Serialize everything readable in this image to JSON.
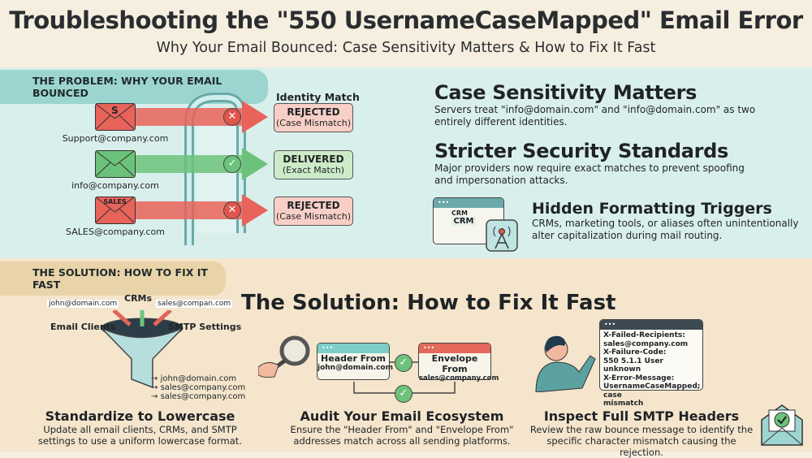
{
  "header": {
    "title": "Troubleshooting the \"550 UsernameCaseMapped\" Email Error",
    "subtitle": "Why Your Email Bounced: Case Sensitivity Matters & How to Fix It Fast"
  },
  "problem": {
    "banner": "THE PROBLEM: WHY YOUR EMAIL BOUNCED",
    "identity_label": "Identity Match",
    "emails": [
      {
        "address": "Support@company.com",
        "envelope_label": "S",
        "status": "REJECTED",
        "reason": "(Case Mismatch)",
        "color": "#e8635a"
      },
      {
        "address": "info@company.com",
        "envelope_label": "",
        "status": "DELIVERED",
        "reason": "(Exact Match)",
        "color": "#6cc27a"
      },
      {
        "address": "SALES@company.com",
        "envelope_label": "SALES",
        "status": "REJECTED",
        "reason": "(Case Mismatch)",
        "color": "#e8635a"
      }
    ],
    "points": [
      {
        "title": "Case Sensitivity Matters",
        "text": "Servers treat \"info@domain.com\" and \"info@domain.com\" as two entirely different identities."
      },
      {
        "title": "Stricter Security Standards",
        "text": "Major providers now require exact matches to prevent spoofing and impersonation attacks."
      },
      {
        "title": "Hidden Formatting Triggers",
        "text": "CRMs, marketing tools, or aliases often unintentionally alter capitalization during mail routing."
      }
    ],
    "crm_labels": [
      "CRM",
      "CRM"
    ]
  },
  "solution": {
    "banner": "THE SOLUTION: HOW TO FIX IT FAST",
    "heading": "The Solution: How to Fix It Fast",
    "funnel": {
      "inputs": [
        "CRMs",
        "Email Clients",
        "SMTP Settings"
      ],
      "curved": [
        "john@domain.com",
        "sales@compan.com"
      ],
      "outputs": [
        "john@domain.com",
        "sales@company.com",
        "sales@company.com"
      ]
    },
    "audit": {
      "header_from": "Header From",
      "header_addr": "john@domain.com",
      "envelope_from": "Envelope From",
      "envelope_addr": "sales@company.com"
    },
    "smtp_lines": [
      "X-Failed-Recipients:",
      "sales@company.com",
      "X-Failure-Code:",
      "550 5.1.1 User unknown",
      "X-Error-Message:",
      "UsernameCaseMapped; case",
      "mismatch"
    ],
    "steps": [
      {
        "title": "Standardize to Lowercase",
        "text": "Update all email clients, CRMs, and SMTP settings to use a uniform lowercase format."
      },
      {
        "title": "Audit Your Email Ecosystem",
        "text": "Ensure the \"Header From\" and \"Envelope From\" addresses match across all sending platforms."
      },
      {
        "title": "Inspect Full SMTP Headers",
        "text": "Review the raw bounce message to identify the specific character mismatch causing the rejection."
      }
    ]
  },
  "colors": {
    "teal": "#9cd5cf",
    "red": "#e8635a",
    "green": "#6cc27a",
    "sand": "#e9d3a8"
  }
}
